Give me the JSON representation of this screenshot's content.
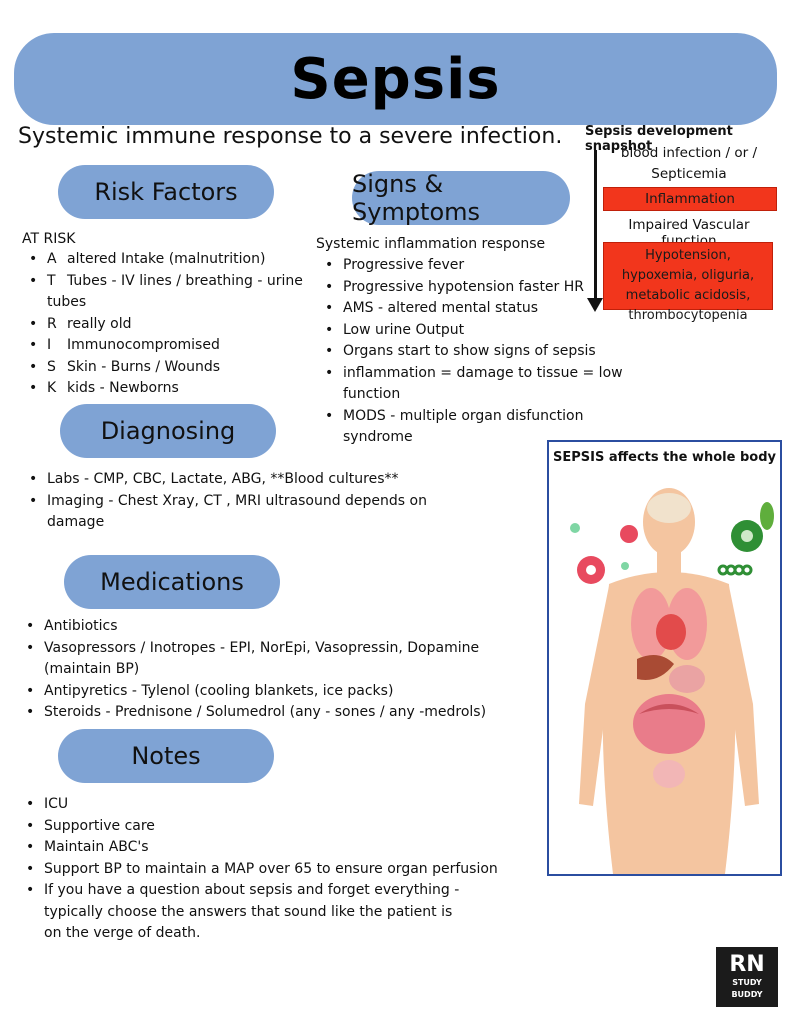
{
  "title": "Sepsis",
  "subtitle": "Systemic immune response to a severe infection.",
  "risk_factors": {
    "heading": "Risk Factors",
    "intro": "AT RISK",
    "items": [
      {
        "letter": "A",
        "text": "altered Intake (malnutrition)"
      },
      {
        "letter": "T",
        "text": "Tubes - IV lines / breathing - urine tubes"
      },
      {
        "letter": "R",
        "text": "really old"
      },
      {
        "letter": "I",
        "text": "Immunocompromised"
      },
      {
        "letter": "S",
        "text": "Skin - Burns / Wounds"
      },
      {
        "letter": "K",
        "text": "kids - Newborns"
      }
    ]
  },
  "signs": {
    "heading": "Signs & Symptoms",
    "intro": "Systemic inflammation response",
    "items": [
      "Progressive fever",
      "Progressive hypotension faster HR",
      "AMS - altered mental status",
      "Low urine Output",
      "Organs start to show signs of sepsis",
      "inflammation = damage to tissue = low function",
      "MODS - multiple organ disfunction syndrome"
    ]
  },
  "snapshot": {
    "heading": "Sepsis development snapshot",
    "line1": "blood infection / or /",
    "line2": "Septicemia",
    "box1": "Inflammation",
    "line3": "Impaired Vascular function",
    "box2": "Hypotension, hypoxemia, oliguria, metabolic acidosis, thrombocytopenia"
  },
  "diagnosing": {
    "heading": "Diagnosing",
    "items": [
      "Labs - CMP, CBC, Lactate, ABG, **Blood cultures**",
      "Imaging - Chest Xray,  CT , MRI ultrasound depends on damage"
    ]
  },
  "body_panel": {
    "title": "SEPSIS affects the whole body"
  },
  "medications": {
    "heading": "Medications",
    "items": [
      "Antibiotics",
      "Vasopressors / Inotropes - EPI, NorEpi, Vasopressin, Dopamine (maintain BP)",
      "Antipyretics - Tylenol (cooling blankets, ice packs)",
      "Steroids - Prednisone / Solumedrol (any - sones / any -medrols)"
    ]
  },
  "notes": {
    "heading": "Notes",
    "items": [
      "ICU",
      "Supportive care",
      "Maintain ABC's",
      "Support BP to maintain a MAP over 65 to ensure organ perfusion",
      "If you have a question about sepsis and forget everything - typically choose the answers that sound like the patient is on the verge of death."
    ]
  },
  "logo": {
    "line1": "RN",
    "line2": "STUDY BUDDY"
  },
  "colors": {
    "accent": "#7fa3d4",
    "alert": "#f2361c",
    "panel_border": "#2b4ea0"
  }
}
